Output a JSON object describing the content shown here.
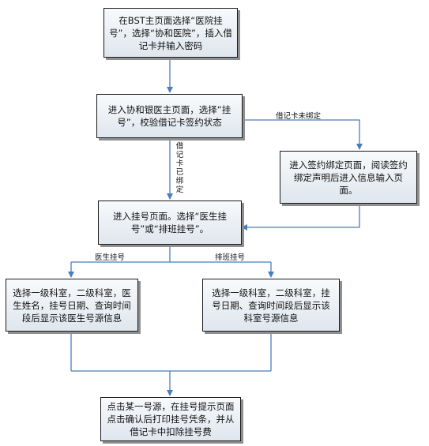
{
  "colors": {
    "arrow": "#4a7ebb",
    "border": "#1b1b1b",
    "shadow": "#8f8f8f"
  },
  "boxes": {
    "start": "在BST主页面选择“医院挂号”，选择“协和医院”，插入借记卡并输入密码",
    "bank_home": "进入协和银医主页面，选择“挂号”，校验借记卡签约状态",
    "bind": "进入签约绑定页面，阅读签约绑定声明后进入信息输入页面。",
    "register": "进入挂号页面。选择“医生挂号”或“排班挂号”。",
    "doctor_info": "选择一级科室，二级科室，医生姓名，挂号日期、查询时间段后显示该医生号源信息",
    "dept_info": "选择一级科室，二级科室，挂号日期、查询时间段后显示该科室号源信息",
    "confirm": "点击某一号源，在挂号提示页面点击确认后打印挂号凭条，并从借记卡中扣除挂号费"
  },
  "labels": {
    "unbound": "借记卡未绑定",
    "bound": "借记卡已绑定",
    "doctor_reg": "医生挂号",
    "schedule_reg": "排班挂号"
  }
}
